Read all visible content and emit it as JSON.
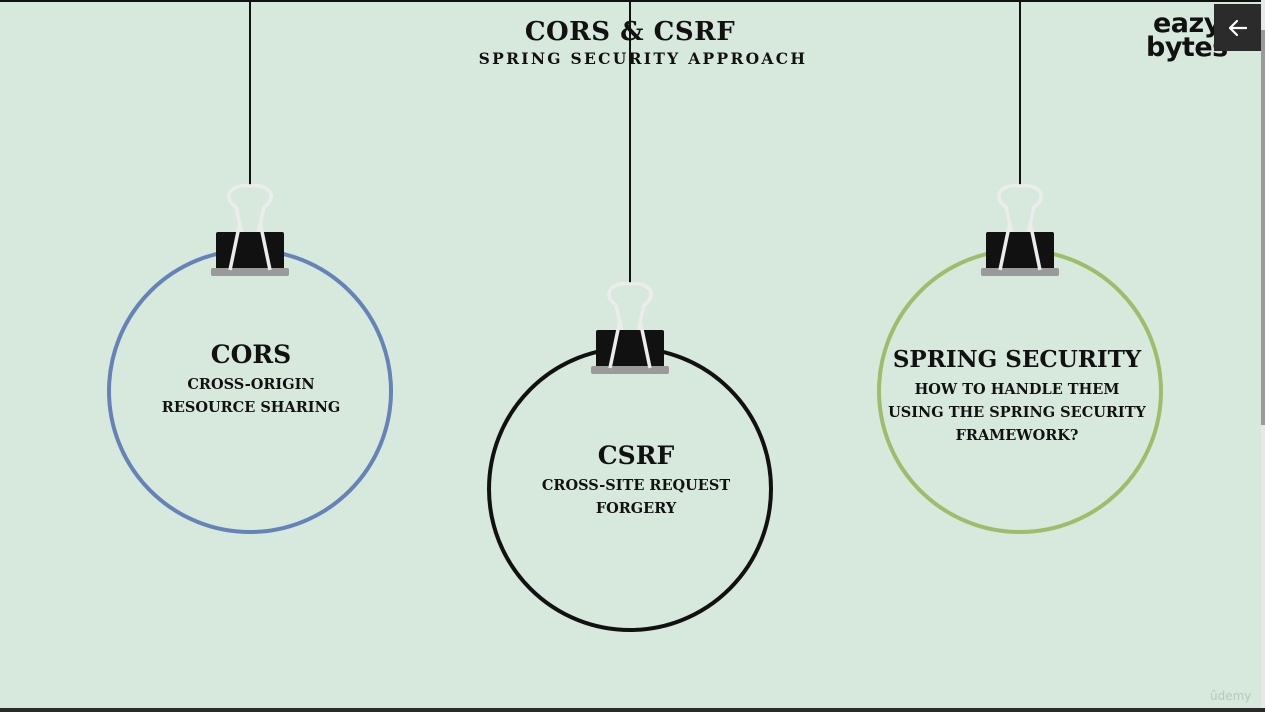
{
  "slide": {
    "title": "CORS & CSRF",
    "subtitle": "SPRING SECURITY APPROACH",
    "ornaments": [
      {
        "heading": "CORS",
        "description": "CROSS-ORIGIN RESOURCE SHARING",
        "ring_color": "#6683b8"
      },
      {
        "heading": "CSRF",
        "description": "CROSS-SITE REQUEST FORGERY",
        "ring_color": "#111111"
      },
      {
        "heading": "SPRING SECURITY",
        "description": "HOW TO HANDLE THEM USING THE SPRING SECURITY FRAMEWORK?",
        "ring_color": "#9ebd6a"
      }
    ]
  },
  "logo": {
    "line1": "eazy",
    "line2": "bytes"
  },
  "controls": {
    "back_icon": "arrow-left-icon"
  },
  "watermark": "ûdemy",
  "colors": {
    "background": "#d7e8dc",
    "clip": "#111111",
    "clip_base": "#999999"
  }
}
